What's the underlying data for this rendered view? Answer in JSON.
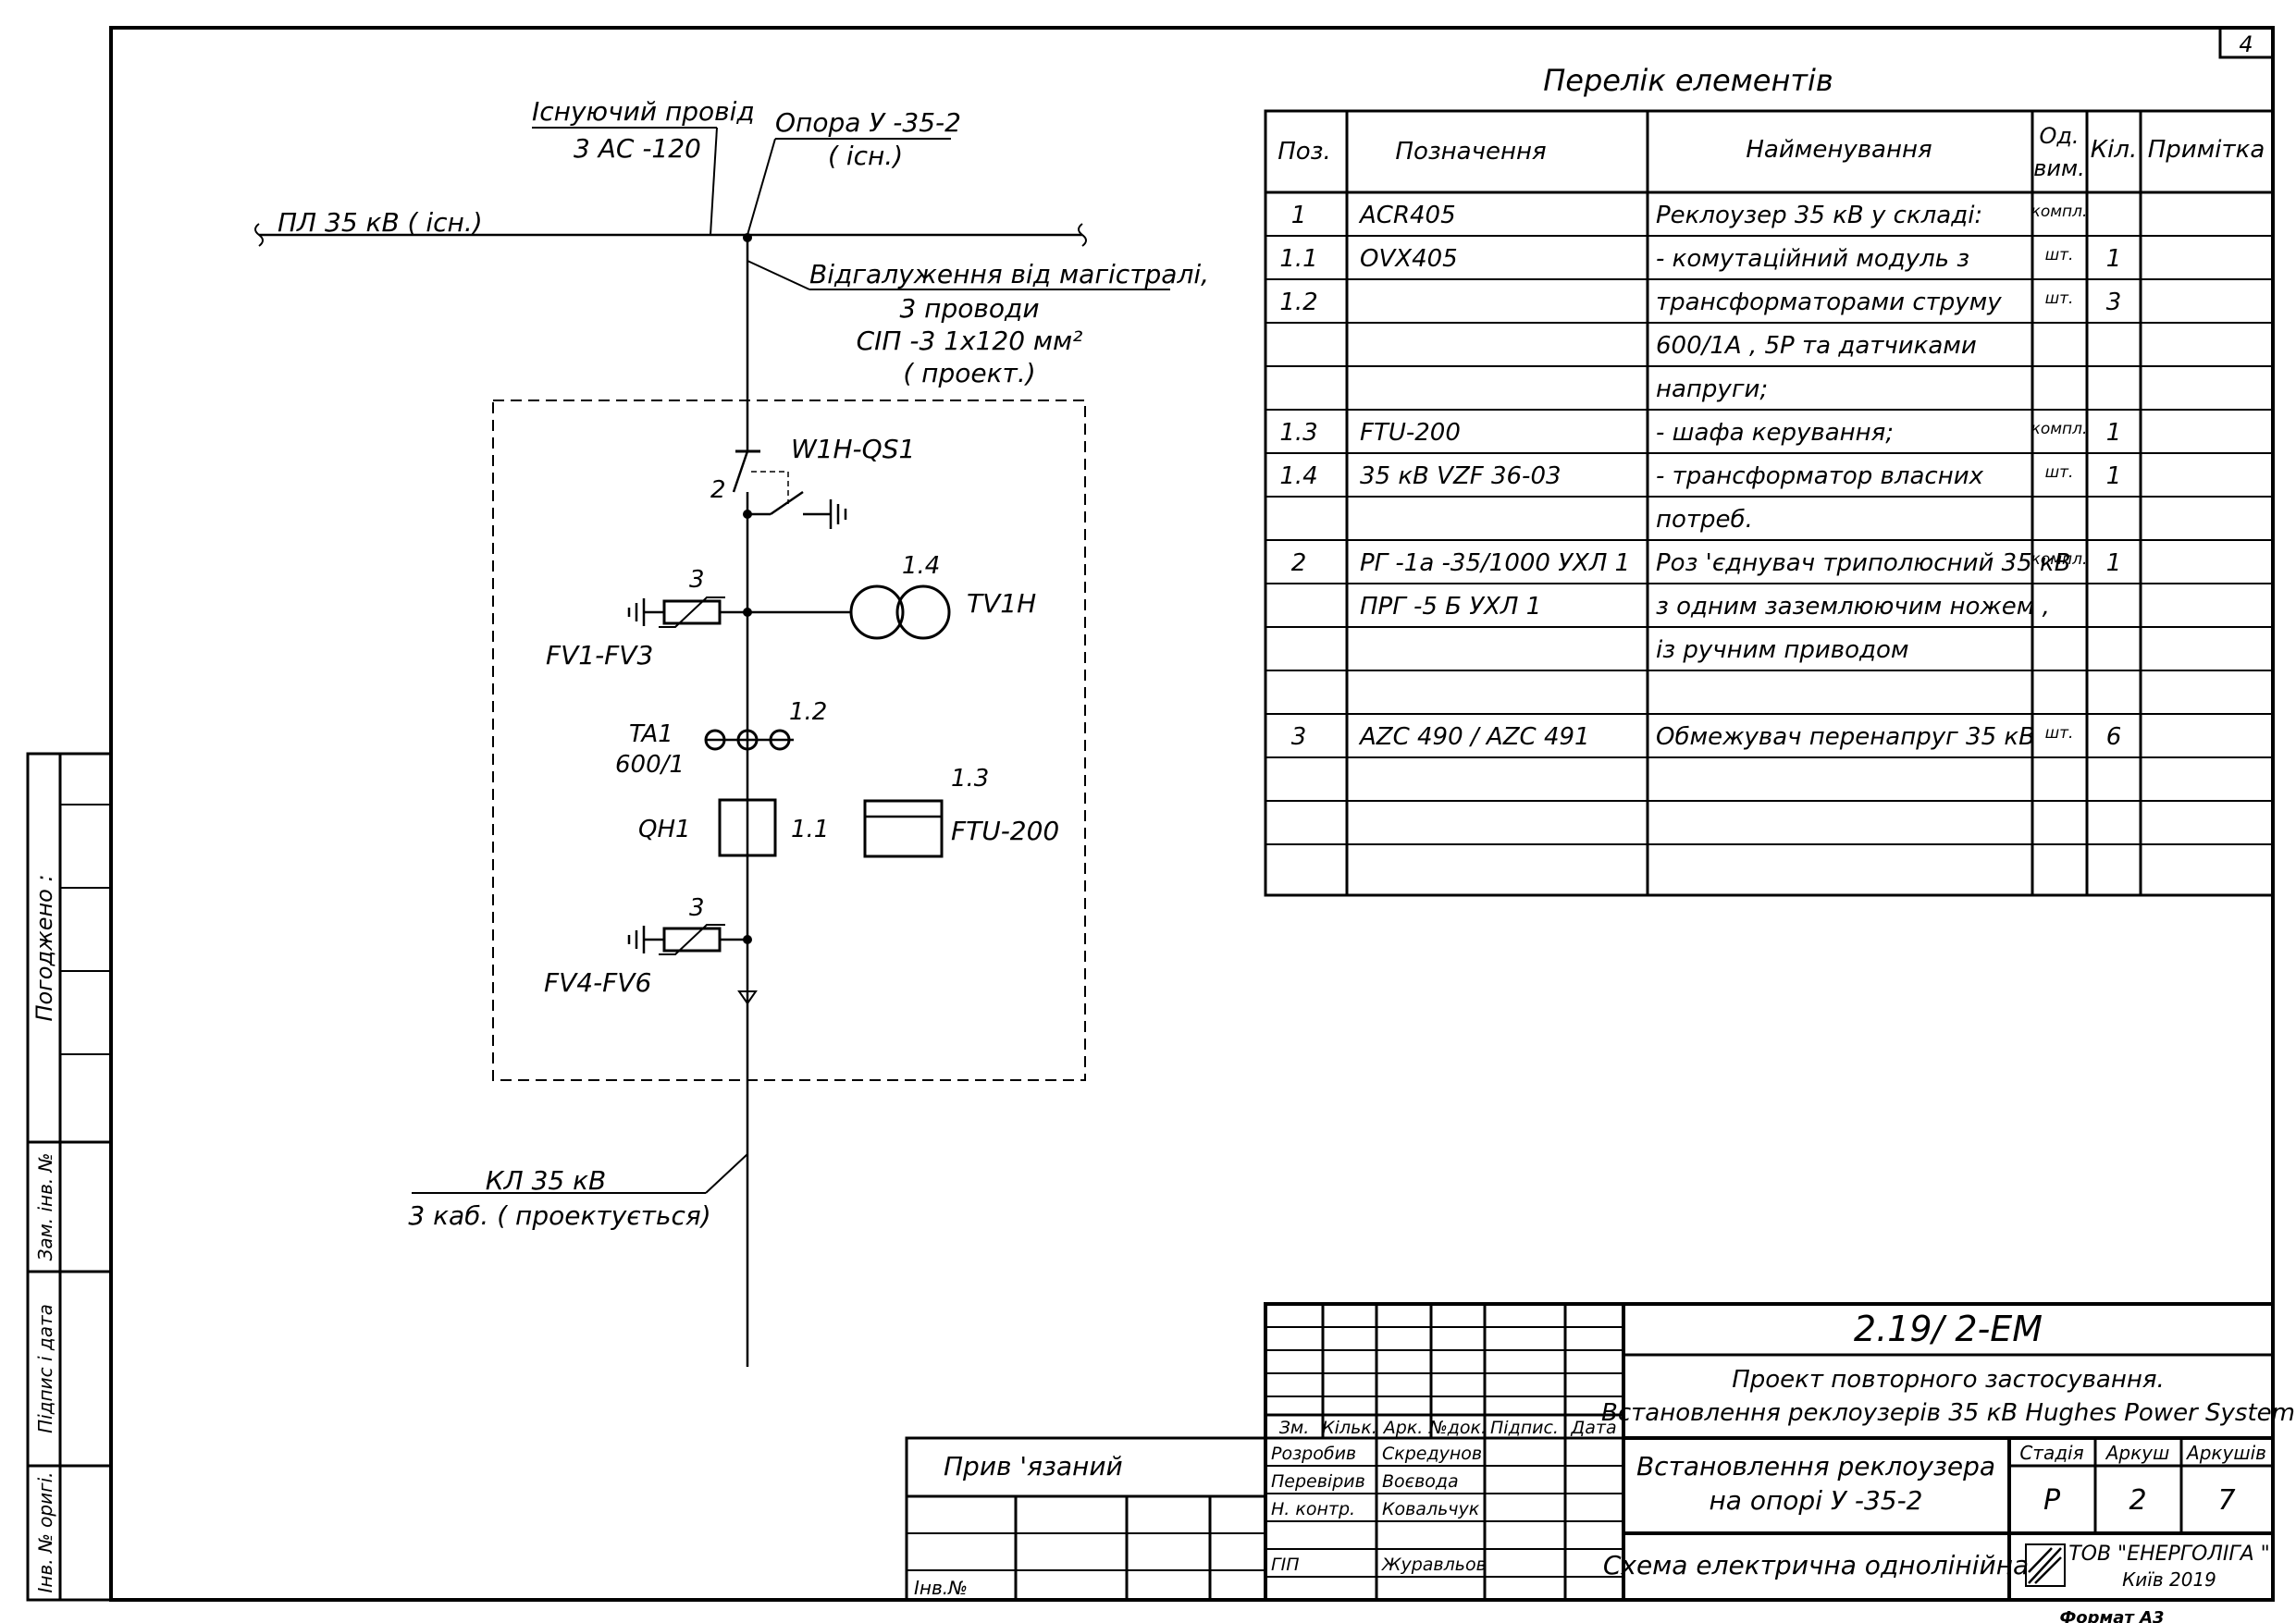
{
  "sheet": {
    "number": "4",
    "format": "Формат А3"
  },
  "schematic": {
    "existing_wire_label_1": "Існуючий провід",
    "existing_wire_label_2": "3 АС -120",
    "pole_label_1": "Опора  У -35-2",
    "pole_label_2": "( існ.)",
    "line_label": "ПЛ  35  кВ  ( існ.)",
    "branch_label_1": "Відгалуження  від  магістралі,",
    "branch_label_2": "3  проводи",
    "branch_label_3": "СІП -3  1х120  мм²",
    "branch_label_4": "( проект.)",
    "disconnector": "W1H-QS1",
    "disconnector_pos": "2",
    "arrester_pos_top": "3",
    "arrester_top": "FV1-FV3",
    "vt_pos": "1.4",
    "vt": "TV1H",
    "ct_name": "TA1",
    "ct_ratio": "600/1",
    "ct_pos": "1.2",
    "breaker": "QH1",
    "breaker_pos": "1.1",
    "ftu_pos": "1.3",
    "ftu": "FTU-200",
    "arrester_pos_bottom": "3",
    "arrester_bottom": "FV4-FV6",
    "cable_label_1": "КЛ  35  кВ",
    "cable_label_2": "3  каб. ( проектується)"
  },
  "elements_list": {
    "title": "Перелік  елементів",
    "headers": [
      "Поз.",
      "Позначення",
      "Найменування",
      "Од.",
      "вим.",
      "Кіл.",
      "Примітка"
    ],
    "rows": [
      [
        "1",
        "ACR405",
        "Реклоузер  35  кВ  у  складі:",
        "компл.",
        ""
      ],
      [
        "1.1",
        "OVX405",
        "- комутаційний  модуль  з",
        "шт.",
        "1"
      ],
      [
        "1.2",
        "",
        "трансформаторами  струму",
        "шт.",
        "3"
      ],
      [
        "",
        "",
        "600/1А , 5Р  та  датчиками",
        "",
        ""
      ],
      [
        "",
        "",
        "напруги;",
        "",
        ""
      ],
      [
        "1.3",
        "FTU-200",
        "- шафа  керування;",
        "компл.",
        "1"
      ],
      [
        "1.4",
        "35  кВ  VZF 36-03",
        "- трансформатор  власних",
        "шт.",
        "1"
      ],
      [
        "",
        "",
        "потреб.",
        "",
        ""
      ],
      [
        "2",
        "РГ -1а -35/1000  УХЛ 1",
        "Роз 'єднувач  триполюсний  35  кВ",
        "компл.",
        "1"
      ],
      [
        "",
        "ПРГ -5 Б  УХЛ 1",
        "з  одним  заземлюючим  ножем ,",
        "",
        ""
      ],
      [
        "",
        "",
        "із  ручним  приводом",
        "",
        ""
      ],
      [
        "",
        "",
        "",
        "",
        ""
      ],
      [
        "3",
        "AZC 490 / AZC 491",
        "Обмежувач  перенапруг  35  кВ",
        "шт.",
        "6"
      ],
      [
        "",
        "",
        "",
        "",
        ""
      ],
      [
        "",
        "",
        "",
        "",
        ""
      ],
      [
        "",
        "",
        "",
        "",
        ""
      ]
    ]
  },
  "left_margin": {
    "agreed": "Погоджено :",
    "replace_inv": "Зам. інв. №",
    "signature_date": "Підпис і дата",
    "orig_inv": "Інв. № оригі."
  },
  "binding": {
    "label": "Прив 'язаний",
    "inv": "Інв.№"
  },
  "title_block": {
    "code": "2.19/ 2-ЕМ",
    "project_line_1": "Проект  повторного  застосування.",
    "project_line_2": "Встановлення  реклоузерів  35  кВ  Hughes  Power  System",
    "rev_headers": [
      "Зм.",
      "Кільк.",
      "Арк.",
      "№док.",
      "Підпис.",
      "Дата"
    ],
    "roles": [
      {
        "role": "Розробив",
        "name": "Скредунов"
      },
      {
        "role": "Перевірив",
        "name": "Воєвода"
      },
      {
        "role": "Н. контр.",
        "name": "Ковальчук"
      },
      {
        "role": "",
        "name": ""
      },
      {
        "role": "ГІП",
        "name": "Журавльов"
      }
    ],
    "subject_line_1": "Встановлення  реклоузера",
    "subject_line_2": "на  опорі  У -35-2",
    "stage_header": "Стадія",
    "sheet_header": "Аркуш",
    "sheets_header": "Аркушів",
    "stage": "Р",
    "sheet": "2",
    "sheets": "7",
    "drawing_name": "Схема  електрична  однолінійна",
    "company": "ТОВ  \"ЕНЕРГОЛІГА \"",
    "city_year": "Київ  2019"
  }
}
